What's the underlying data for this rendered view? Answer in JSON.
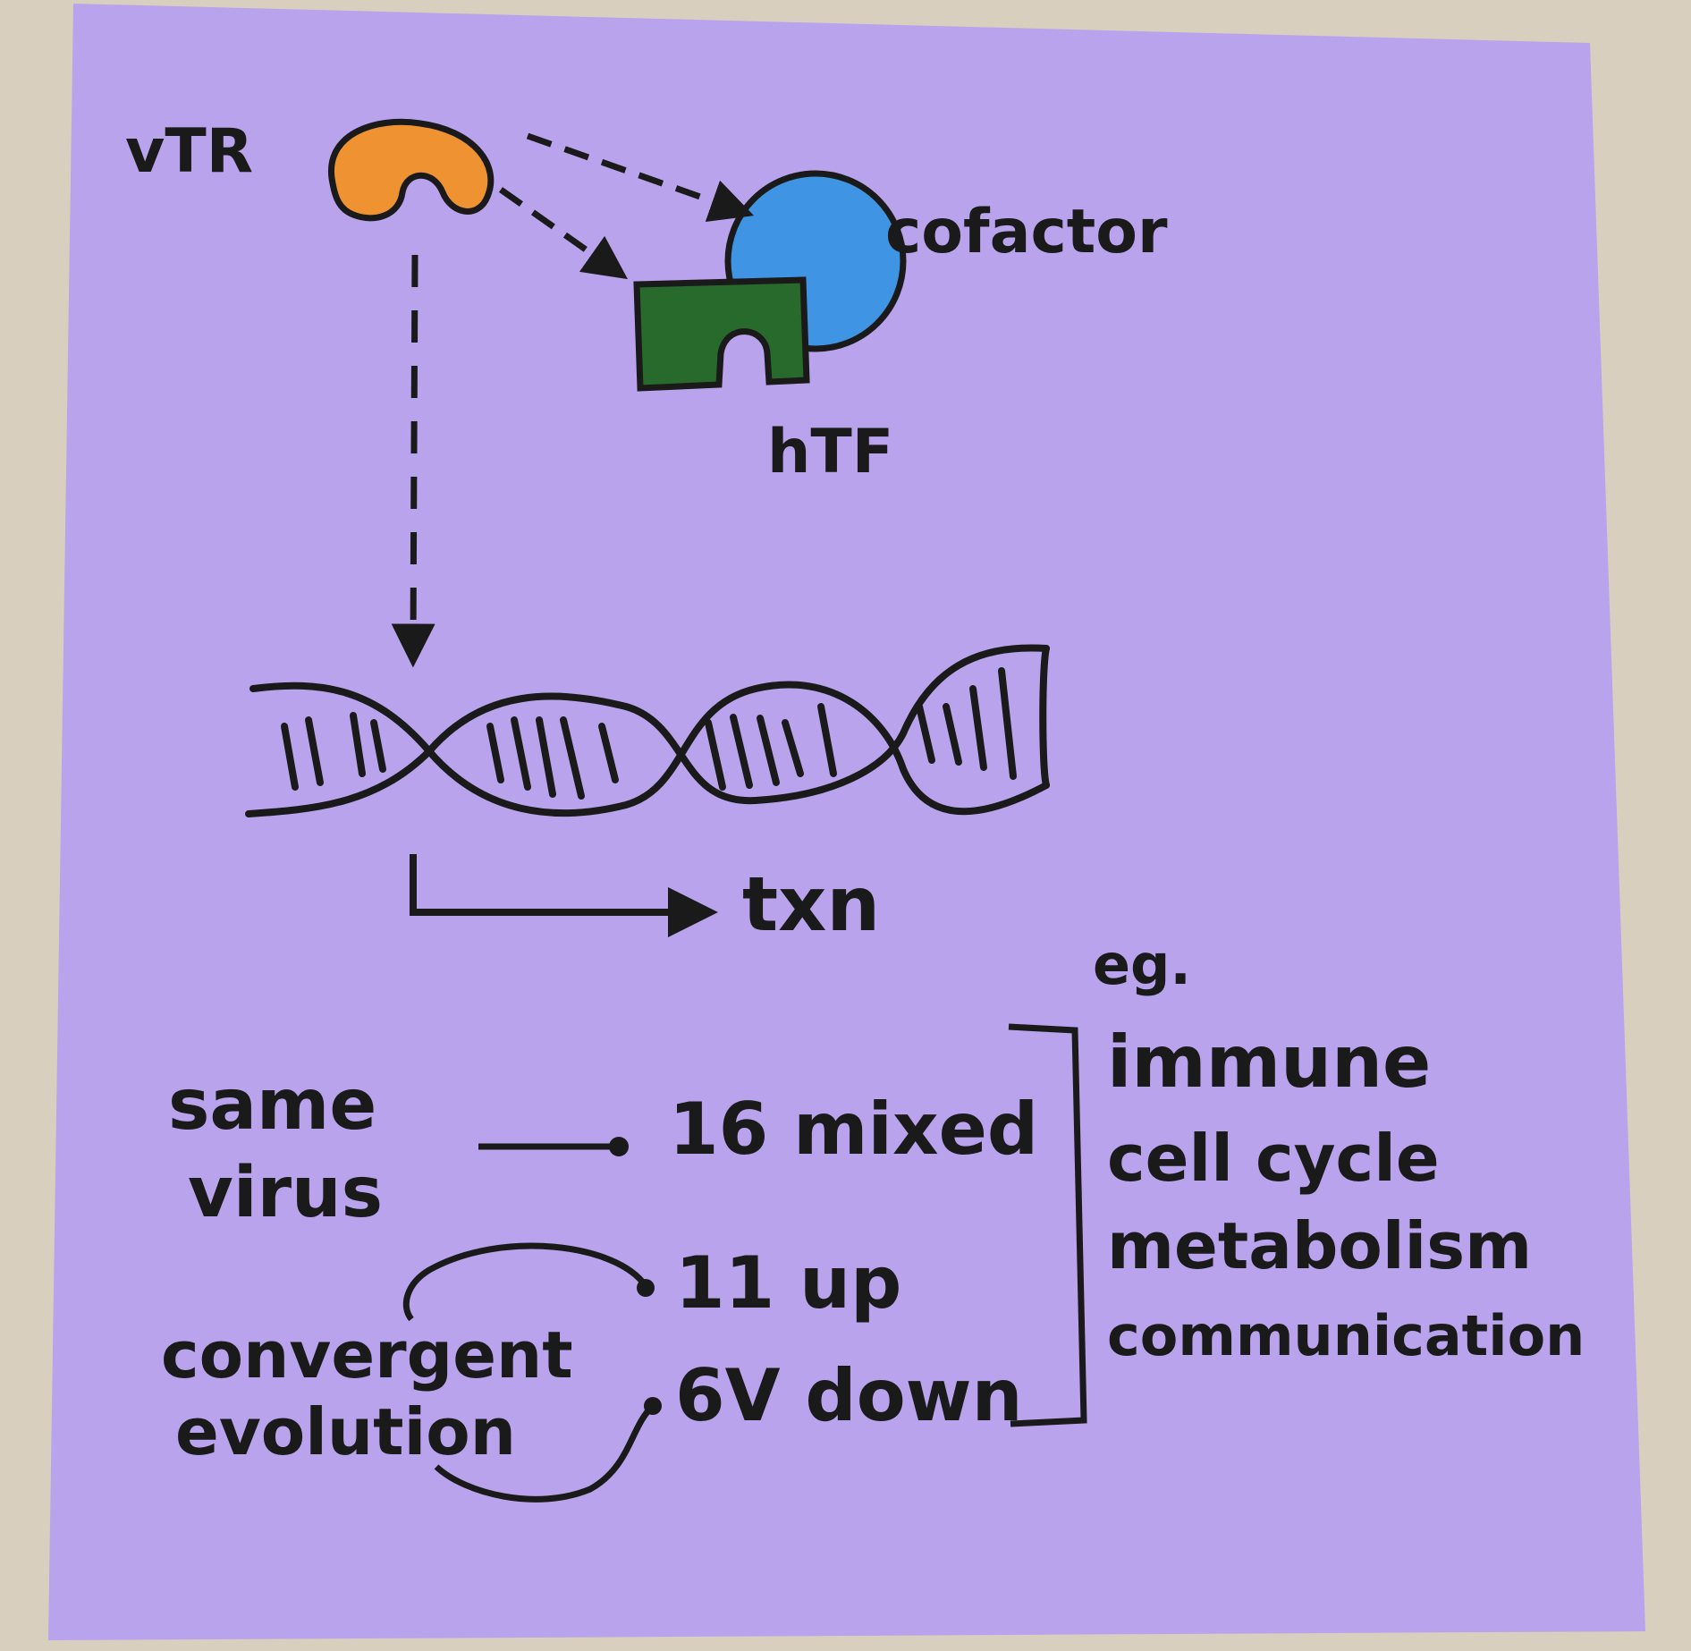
{
  "colors": {
    "desk": "#d9cfbf",
    "note": "#b9a3ec",
    "ink": "#1a1a1a",
    "vtr": "#ef9232",
    "cofactor": "#3f95e3",
    "htf": "#276a2c"
  },
  "diagram": {
    "labels": {
      "vtr": "vTR",
      "cofactor": "cofactor",
      "htf": "hTF",
      "txn": "txn"
    },
    "counts": {
      "mixed": "16 mixed",
      "up": "11 up",
      "down": "6V down"
    },
    "groups": {
      "same_virus": [
        "same",
        "virus"
      ],
      "convergent_evolution": [
        "convergent",
        "evolution"
      ]
    },
    "examples": {
      "header": "eg.",
      "items": [
        "immune",
        "cell cycle",
        "metabolism",
        "communication"
      ]
    }
  }
}
